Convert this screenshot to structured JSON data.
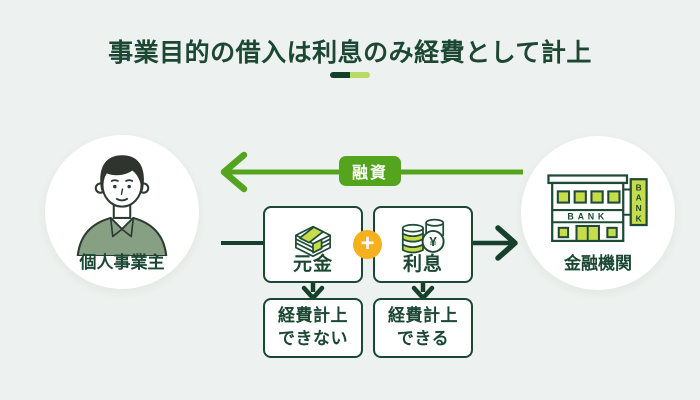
{
  "title": {
    "text": "事業目的の借入は利息のみ経費として計上"
  },
  "colors": {
    "background": "#EDF1EF",
    "dark_green": "#1B4733",
    "line_dark_green": "#16402C",
    "bright_green": "#55A41D",
    "light_green": "#B7DB63",
    "yellow_green": "#C6DC4B",
    "orange": "#F5B01D",
    "white": "#FFFFFF"
  },
  "actors": {
    "borrower": {
      "label": "個人事業主"
    },
    "lender": {
      "label": "金融機関",
      "bank_sign": "BANK",
      "bank_sign_vertical": "BANK"
    }
  },
  "loan_flow": {
    "badge": "融資"
  },
  "repayment_flow": {
    "plus": "+",
    "principal": {
      "label": "元金",
      "result_line1": "経費計上",
      "result_line2": "できない"
    },
    "interest": {
      "label": "利息",
      "yen": "¥",
      "result_line1": "経費計上",
      "result_line2": "できる"
    }
  },
  "icons": {
    "borrower": "person-illustration",
    "lender": "bank-building-illustration",
    "principal": "banknotes-stack-icon",
    "interest": "coins-yen-icon",
    "plus_badge": "plus-icon",
    "loan_direction": "arrow-left-icon",
    "repay_direction": "arrow-right-icon"
  }
}
